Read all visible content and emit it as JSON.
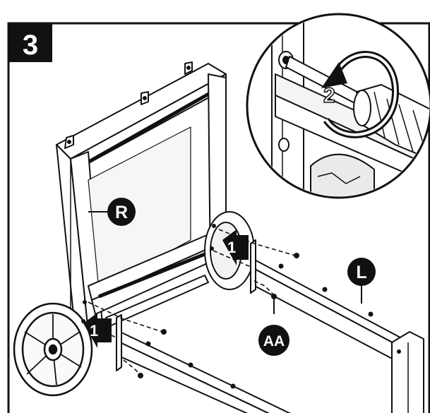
{
  "step": {
    "number": "3"
  },
  "parts": {
    "right_frame": "R",
    "left_frame": "L",
    "screw": "AA"
  },
  "arrows": {
    "insert_right": "1",
    "insert_left": "1",
    "tighten": "2"
  }
}
